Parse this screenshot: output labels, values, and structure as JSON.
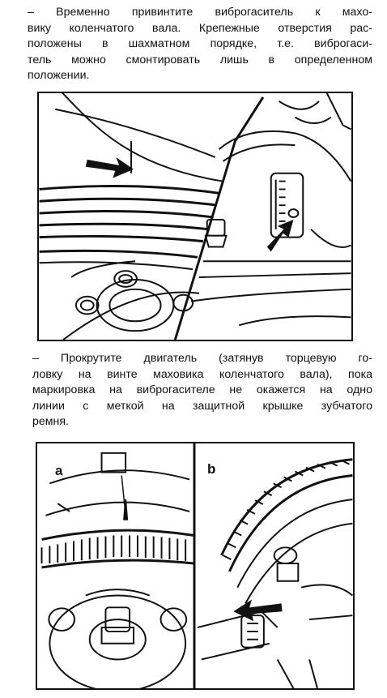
{
  "instructions": {
    "step1": {
      "lines": [
        "– Временно привинтите виброгаситель к махо-",
        "вику коленчатого вала. Крепежные отверстия рас-",
        "положены в шахматном порядке, т.е. виброгаси-",
        "тель можно смонтировать лишь в определенном",
        "положении."
      ]
    },
    "step2": {
      "lines": [
        "– Прокрутите двигатель (затянув торцевую го-",
        "ловку на винте маховика коленчатого вала), пока",
        "маркировка на виброгасителе не окажется на одно",
        "линии с меткой на защитной крышке зубчатого",
        "ремня."
      ]
    }
  },
  "figures": {
    "figure2": {
      "panel_a_label": "a",
      "panel_b_label": "b"
    }
  },
  "colors": {
    "ink": "#111111",
    "paper": "#ffffff"
  },
  "icons": {
    "arrow": "arrow-icon"
  }
}
